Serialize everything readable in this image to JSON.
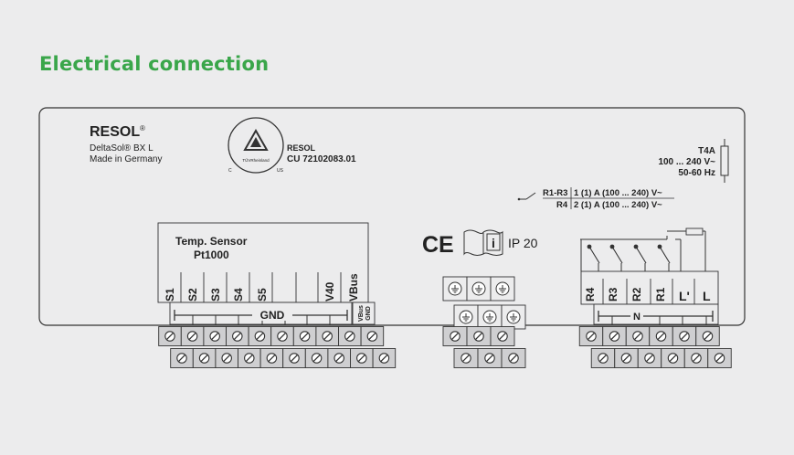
{
  "title": "Electrical connection",
  "device": {
    "brand": "RESOL",
    "brand_mark": "®",
    "model": "DeltaSol® BX L",
    "origin": "Made in Germany"
  },
  "certification": {
    "tuv_text": "TÜVRheinland",
    "mark_c": "C",
    "mark_us": "US",
    "resol_small": "RESOL",
    "cu_number": "CU 72102083.01"
  },
  "power": {
    "fuse": "T4A",
    "voltage": "100 ... 240 V~",
    "frequency": "50-60 Hz"
  },
  "relay_rating": {
    "line1_left": "R1-R3",
    "line1_right": "1 (1) A (100 ... 240) V~",
    "line2_left": "R4",
    "line2_right": "2 (1) A (100 ... 240) V~"
  },
  "marks": {
    "ce": "CE",
    "info": "i",
    "ip": "IP 20"
  },
  "sensor_block": {
    "title": "Temp. Sensor",
    "subtitle": "Pt1000",
    "labels": [
      "S1",
      "S2",
      "S3",
      "S4",
      "S5",
      "V40",
      "VBus"
    ],
    "gnd": "GND",
    "vbus_gnd_line1": "VBus",
    "vbus_gnd_line2": "GND"
  },
  "relay_block": {
    "labels": [
      "R4",
      "R3",
      "R2",
      "R1",
      "L'",
      "L"
    ],
    "neutral": "N"
  },
  "colors": {
    "title": "#3aa64a",
    "background": "#ececed",
    "line": "#333333",
    "terminal_fill": "#cfcfd1"
  }
}
